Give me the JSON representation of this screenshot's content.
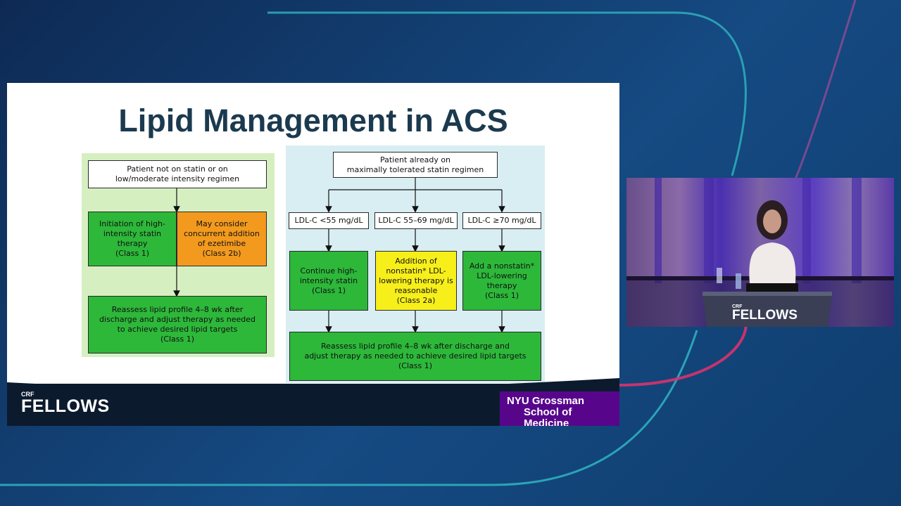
{
  "slide": {
    "title": "Lipid Management in ACS",
    "left_flow": {
      "start": "Patient not on statin or on\nlow/moderate intensity regimen",
      "initiation": "Initiation of high-\nintensity statin\ntherapy\n(Class 1)",
      "ezetimibe": "May consider\nconcurrent addition\nof ezetimibe\n(Class 2b)",
      "reassess": "Reassess lipid profile 4–8 wk after\ndischarge and adjust therapy as needed\nto achieve desired lipid targets\n(Class 1)"
    },
    "right_flow": {
      "start": "Patient already on\nmaximally tolerated statin regimen",
      "ldl_low": "LDL-C <55 mg/dL",
      "ldl_mid": "LDL-C 55–69 mg/dL",
      "ldl_high": "LDL-C ≥70 mg/dL",
      "continue": "Continue high-\nintensity statin\n(Class 1)",
      "addition": "Addition of\nnonstatin* LDL-\nlowering therapy is\nreasonable\n(Class 2a)",
      "add_nonstatin": "Add a nonstatin*\nLDL-lowering\ntherapy\n(Class 1)",
      "reassess": "Reassess lipid profile 4–8 wk after discharge and\nadjust therapy as needed to achieve desired lipid targets\n(Class 1)"
    },
    "footer": {
      "crf_small": "CRF",
      "crf_big": "FELLOWS",
      "nyu_line1": "NYU Grossman",
      "nyu_line2": "School of Medicine"
    }
  },
  "video": {
    "podium_crf": "CRF",
    "podium_fellows": "FELLOWS"
  },
  "colors": {
    "green": "#2db83a",
    "orange": "#f39a1e",
    "yellow": "#f7ef1a",
    "title": "#1b3a4f",
    "nyu_purple": "#57068c"
  }
}
